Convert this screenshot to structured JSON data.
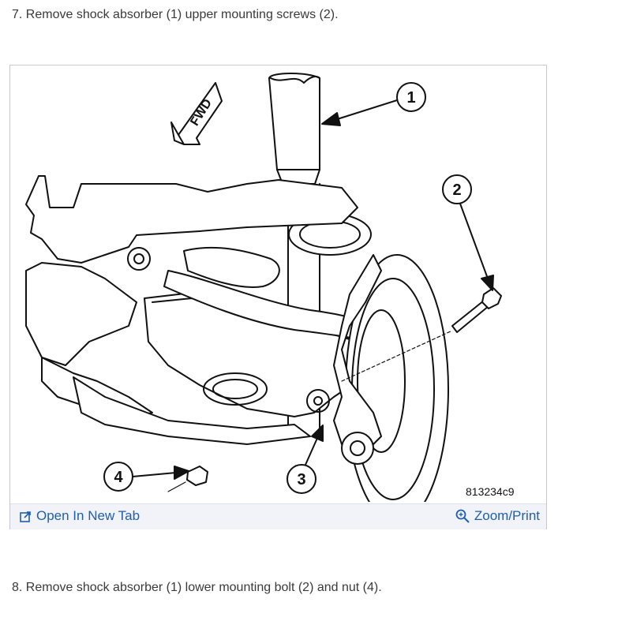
{
  "steps": {
    "step7": "7. Remove shock absorber (1) upper mounting screws (2).",
    "step8": "8. Remove shock absorber (1) lower mounting bolt (2) and nut (4)."
  },
  "figure": {
    "fwd_label": "FWD",
    "callouts": [
      "1",
      "2",
      "3",
      "4"
    ],
    "figure_id": "813234c9",
    "toolbar": {
      "open_new_tab": "Open In New Tab",
      "zoom_print": "Zoom/Print"
    }
  },
  "colors": {
    "link": "#1f5fb0",
    "toolbar_bg": "#f1f3f8",
    "border": "#c8c8c8"
  }
}
